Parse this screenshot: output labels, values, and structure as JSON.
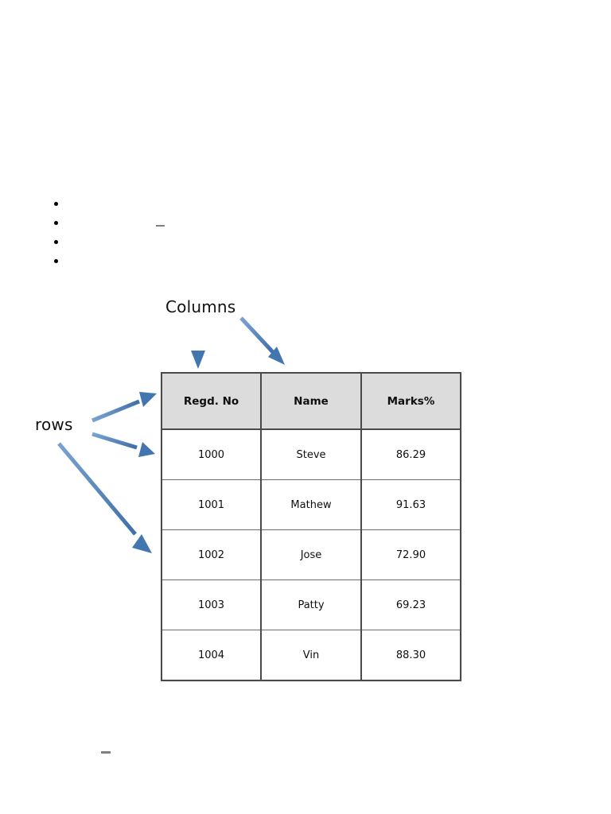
{
  "document": {
    "bullets": [
      {
        "text": ""
      },
      {
        "text": ""
      },
      {
        "text": ""
      },
      {
        "text": ""
      }
    ]
  },
  "annotations": {
    "columns_label": "Columns",
    "rows_label": "rows",
    "arrow_color": "#4f81bd"
  },
  "chart_data": {
    "type": "table",
    "title": "",
    "columns": [
      "Regd. No",
      "Name",
      "Marks%"
    ],
    "rows": [
      [
        "1000",
        "Steve",
        "86.29"
      ],
      [
        "1001",
        "Mathew",
        "91.63"
      ],
      [
        "1002",
        "Jose",
        "72.90"
      ],
      [
        "1003",
        "Patty",
        "69.23"
      ],
      [
        "1004",
        "Vin",
        "88.30"
      ]
    ],
    "header_background": "#dcdcdc",
    "border_color": "#4a4a4a"
  }
}
